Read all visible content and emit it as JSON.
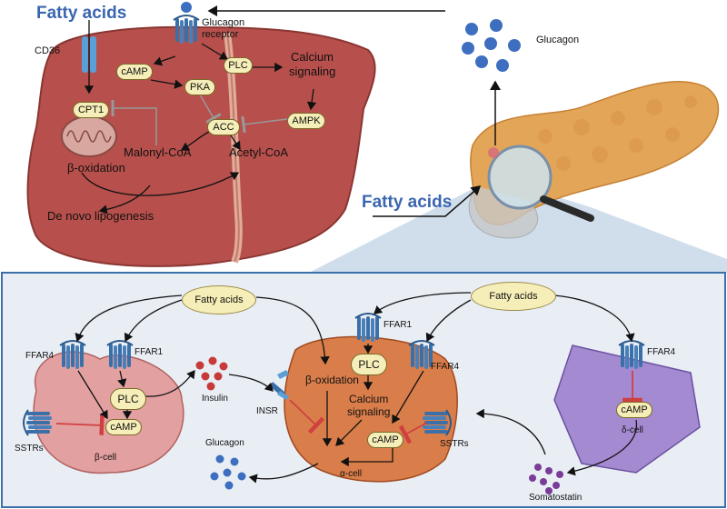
{
  "liver": {
    "fatty_acids": "Fatty acids",
    "cd36": "CD36",
    "glucagon_receptor_line1": "Glucagon",
    "glucagon_receptor_line2": "receptor",
    "camp": "cAMP",
    "plc": "PLC",
    "pka": "PKA",
    "acc": "ACC",
    "ampk": "AMPK",
    "cpt1": "CPT1",
    "calcium_line1": "Calcium",
    "calcium_line2": "signaling",
    "malonyl_coa": "Malonyl-CoA",
    "acetyl_coa": "Acetyl-CoA",
    "beta_oxidation": "β-oxidation",
    "de_novo": "De novo lipogenesis"
  },
  "pancreas": {
    "glucagon": "Glucagon",
    "fatty_acids": "Fatty acids"
  },
  "islet": {
    "fatty_acids_left": "Fatty acids",
    "fatty_acids_right": "Fatty acids",
    "beta_cell": {
      "ffar4": "FFAR4",
      "ffar1": "FFAR1",
      "plc": "PLC",
      "camp": "cAMP",
      "sstrs": "SSTRs",
      "name": "β-cell"
    },
    "insulin": "Insulin",
    "insr": "INSR",
    "glucagon": "Glucagon",
    "alpha_cell": {
      "ffar1": "FFAR1",
      "ffar4": "FFAR4",
      "plc": "PLC",
      "beta_oxidation": "β-oxidation",
      "calcium_line1": "Calcium",
      "calcium_line2": "signaling",
      "camp": "cAMP",
      "sstrs": "SSTRs",
      "name": "α-cell"
    },
    "delta_cell": {
      "ffar4": "FFAR4",
      "camp": "cAMP",
      "name": "δ-cell"
    },
    "somatostatin": "Somatostatin"
  },
  "colors": {
    "liver": "#b7504c",
    "pancreas": "#e3a659",
    "beta_cell": "#e3a0a0",
    "alpha_cell": "#d97e4a",
    "delta_cell": "#a48ad0",
    "receptor": "#3b6fa8",
    "glucagon_dot": "#3d6ec0",
    "insulin_dot": "#c63a3a",
    "somatostatin_dot": "#7a3c98",
    "inhibit": "#d04040",
    "panel_bg": "#e9eef5",
    "panel_border": "#3b6fa8"
  }
}
